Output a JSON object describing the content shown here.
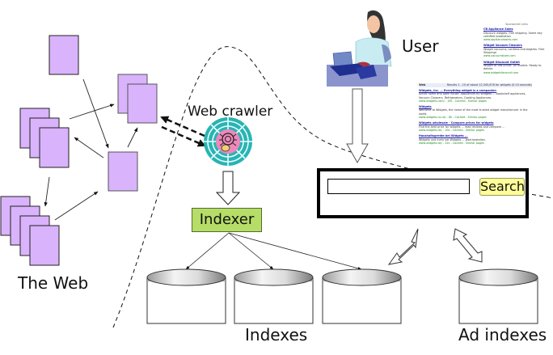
{
  "diagram": {
    "title": "Web search engine architecture",
    "labels": {
      "the_web": "The Web",
      "web_crawler": "Web crawler",
      "indexer": "Indexer",
      "user": "User",
      "indexes": "Indexes",
      "ad_indexes": "Ad indexes"
    },
    "search": {
      "input_value": "",
      "button_label": "Search"
    },
    "colors": {
      "web_page_fill": "#d9b3fb",
      "indexer_fill": "#b5dd67",
      "search_button_fill": "#ffff99",
      "crawler_outer": "#2ab3b3",
      "crawler_inner": "#ee88bb",
      "link_color": "#1a1aa6",
      "url_color": "#1b8a1b"
    },
    "icons": {
      "crawler": "spider-web-icon",
      "user": "user-at-laptop-illustration",
      "index_store": "database-cylinder-icon"
    },
    "index_count": 3,
    "ad_index_count": 1,
    "serp_thumbnail": {
      "header_left": "Web",
      "header_right": "Results 1 - 10 of about 12,345,678 for widgets (0.10 seconds)",
      "results": [
        {
          "title": "Widgets, Inc. — Everything widget is a companion",
          "snippet": "Active home and open house. Appliances by Widgets ... Bookshelf appliances, Vacuum Cleaners, Refrigerators, Cooking Appliances.",
          "url": "www.widgets.com/ - 19k - Cached - Similar pages"
        },
        {
          "title": "Widgets",
          "snippet": "Welcome to Widgets, the home of the most trusted widget manufacturer in the world.",
          "url": "www.widgets.co.uk/ - 8k - Cached - Similar pages"
        },
        {
          "title": "Widgets wholesale - Compare prices for widgets",
          "snippet": "Find the best price for widgets ... read reviews and compare ...",
          "url": "www.widgets.de/ - 10k - Cached - Similar pages"
        },
        {
          "title": "Haushaltsgeräte bei Widgets ...",
          "snippet": "Widgets und mehr bei Widgets ... Jetzt bestellen.",
          "url": "www.widgets.de/ - 12k - Cached - Similar pages"
        }
      ]
    },
    "sponsored_thumbnail": {
      "header": "Sponsored Links",
      "ads": [
        {
          "title": "CB Appliance Sales",
          "snippet": "Discount widgets, free shipping. Same day certified installation",
          "url": "www.appliancesales.com"
        },
        {
          "title": "Widget Vacuum Cleaners",
          "snippet": "Widget vacuums, cordless and bagless. Free Shipping!",
          "url": "www.vacuumstore.com"
        },
        {
          "title": "Widget Discount Outlet",
          "snippet": "Widget at low prices. All models. Ready to deliver.",
          "url": "www.widgetdiscount.com"
        }
      ]
    }
  }
}
